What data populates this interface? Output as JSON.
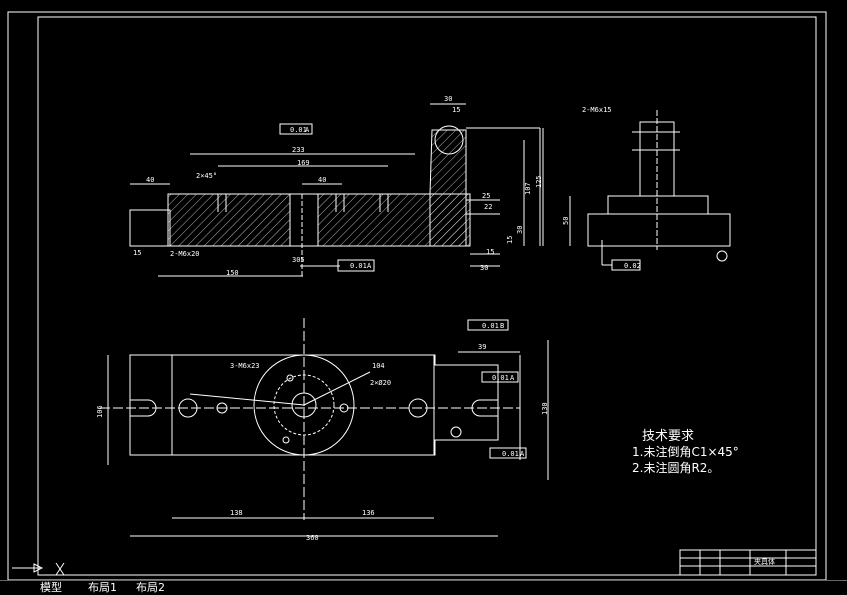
{
  "tech": {
    "title": "技术要求",
    "line1": "1.未注倒角C1×45°",
    "line2": "2.未注圆角R2。"
  },
  "front": {
    "d40": "40",
    "d233": "233",
    "d169": "169",
    "d40b": "40",
    "d30": "30",
    "d15": "15",
    "d125": "125",
    "d107": "107",
    "d25": "25",
    "d22": "22",
    "d30b": "30",
    "d15b": "15",
    "d30c": "30",
    "d15c": "15",
    "d150": "150",
    "d305": "305",
    "chamfer": "2×45°",
    "thread": "2-M6x20",
    "tol": "0.01",
    "datum": "A"
  },
  "side": {
    "thread": "2-M6x15",
    "d50": "50",
    "flat": "0.02"
  },
  "top": {
    "tol_top": "0.01",
    "datum_b": "B",
    "d39": "39",
    "thread3": "3-M6x23",
    "d104": "104",
    "d20": "2×Ø20",
    "d106": "106",
    "d130": "130",
    "d138": "138",
    "d136": "136",
    "d360": "360",
    "tol2": "0.01",
    "tol3": "0.01",
    "datum_a": "A"
  },
  "titleblock": {
    "name": "夹具体"
  },
  "tabs": {
    "model": "模型",
    "layout1": "布局1",
    "layout2": "布局2"
  }
}
